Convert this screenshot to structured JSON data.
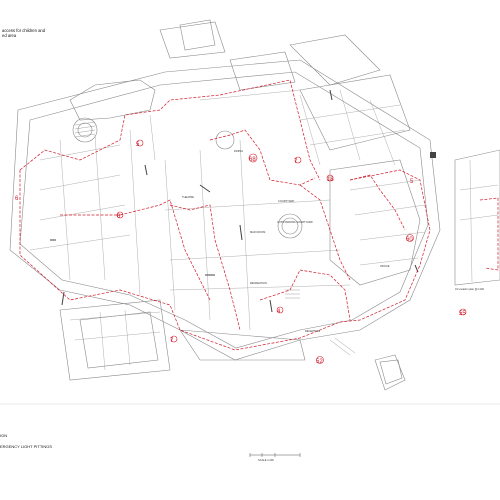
{
  "notes": {
    "line1": "access for children and",
    "line2": "ed area"
  },
  "legend": {
    "item1": "IGN",
    "item2": "ERGENCY LIGHT PITTINGS"
  },
  "room_labels": {
    "courtyard": "COURTYARD",
    "outstanding_courtyard": "OUTSTANDING COURTYARD",
    "dining": "DINING",
    "reception": "RECEPTION",
    "office": "OFFICE",
    "theatre": "THEATRE",
    "main_room": "MAIN ROOM",
    "recreation": "RECREATION"
  },
  "scale_label": "SCALE 1:200",
  "location_label": "01 Location plan @1:100",
  "colors": {
    "linework": "#7a7a7a",
    "markup": "#d11a2a",
    "paper": "#ffffff"
  }
}
